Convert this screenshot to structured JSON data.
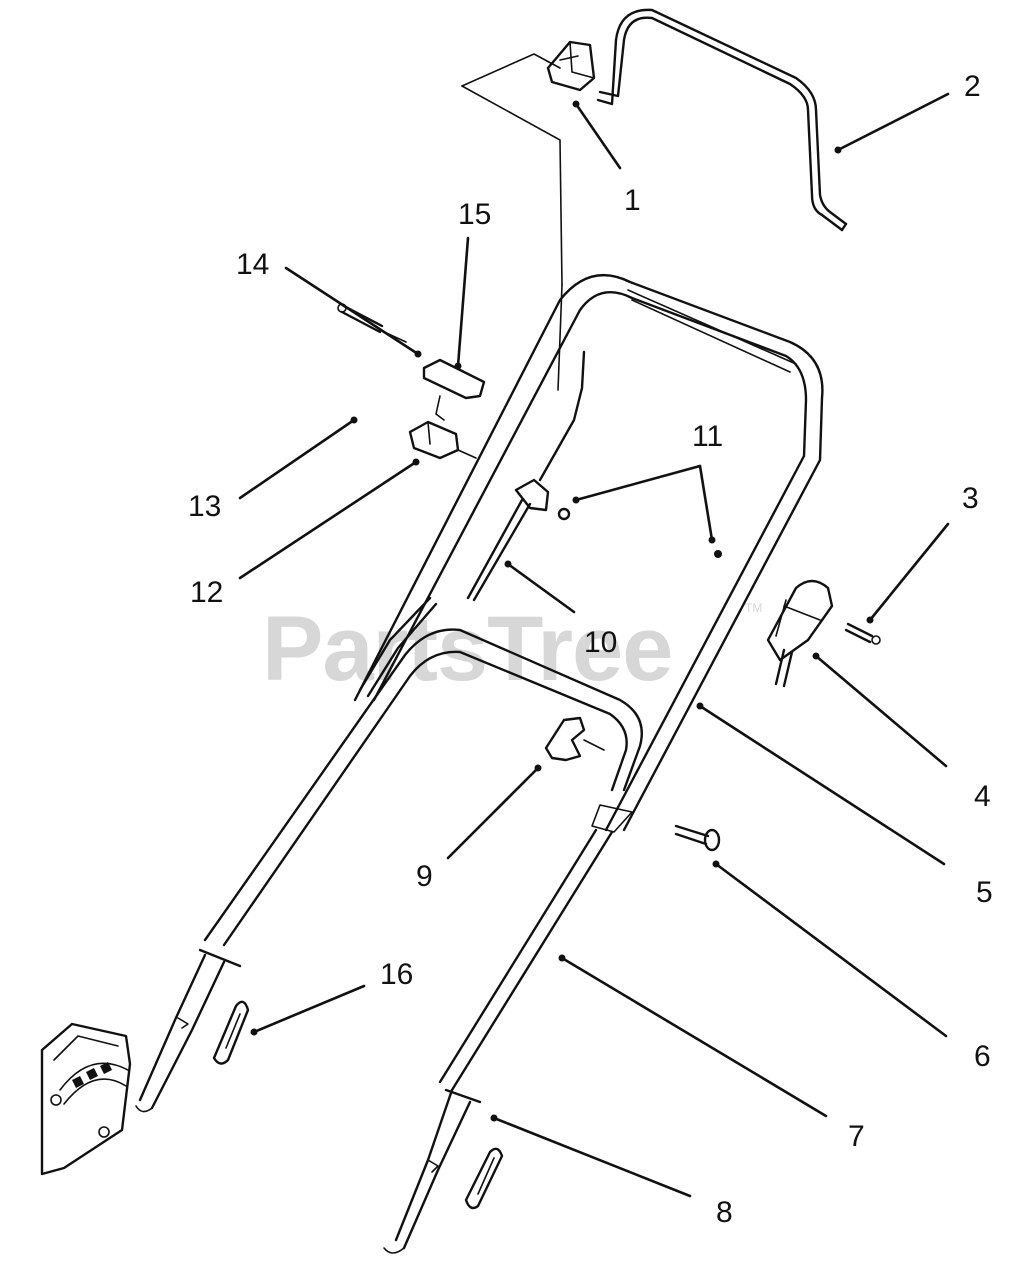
{
  "watermark": {
    "text": "PartsTree",
    "trademark": "TM"
  },
  "callouts": [
    "1",
    "2",
    "3",
    "4",
    "5",
    "6",
    "7",
    "8",
    "9",
    "10",
    "11",
    "12",
    "13",
    "14",
    "15",
    "16"
  ],
  "colors": {
    "ink": "#111111",
    "watermark": "#d7d7d7",
    "background": "#ffffff"
  }
}
